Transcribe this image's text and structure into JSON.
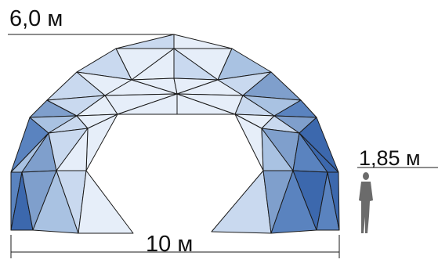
{
  "labels": {
    "height": "6,0 м",
    "width": "10 м",
    "person_height": "1,85 м"
  },
  "colors": {
    "stroke": "#1a1a1a",
    "pale": "#e6eef9",
    "light": "#c9d9ef",
    "mid": "#a9c2e2",
    "midDark": "#7f9fcc",
    "dark": "#5a83bf",
    "deep": "#3c68ad",
    "person": "#6b6b6b"
  }
}
